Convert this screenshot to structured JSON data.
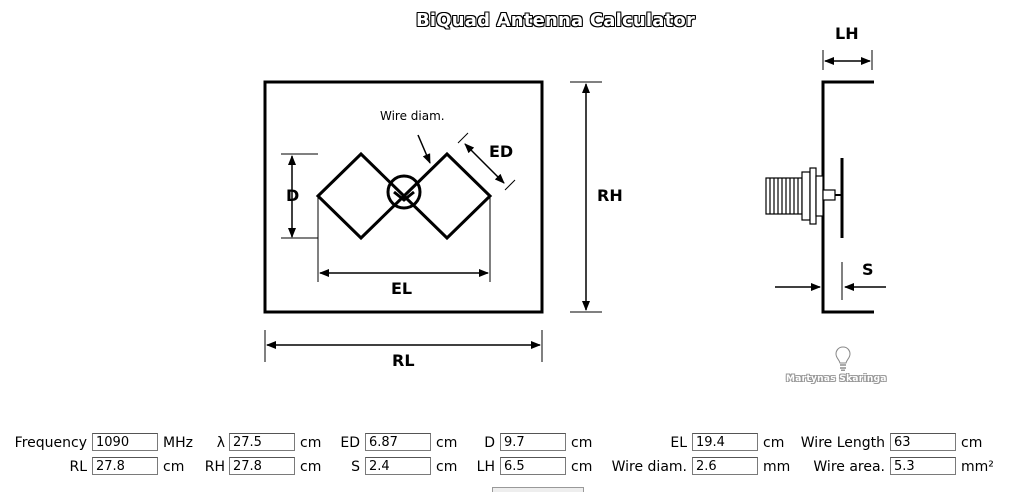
{
  "title": "BiQuad Antenna Calculator",
  "author": "Martynas Skaringa",
  "diagram": {
    "front_labels": {
      "wire_diam": "Wire diam.",
      "ed": "ED",
      "d": "D",
      "el": "EL",
      "rh": "RH",
      "rl": "RL"
    },
    "side_labels": {
      "lh": "LH",
      "s": "S"
    }
  },
  "form": {
    "row1": [
      {
        "label": "Frequency",
        "value": "1090",
        "unit": "MHz"
      },
      {
        "label": "λ",
        "value": "27.5",
        "unit": "cm"
      },
      {
        "label": "ED",
        "value": "6.87",
        "unit": "cm"
      },
      {
        "label": "D",
        "value": "9.7",
        "unit": "cm"
      },
      {
        "label": "EL",
        "value": "19.4",
        "unit": "cm"
      },
      {
        "label": "Wire Length",
        "value": "63",
        "unit": "cm"
      }
    ],
    "row2": [
      {
        "label": "RL",
        "value": "27.8",
        "unit": "cm"
      },
      {
        "label": "RH",
        "value": "27.8",
        "unit": "cm"
      },
      {
        "label": "S",
        "value": "2.4",
        "unit": "cm"
      },
      {
        "label": "LH",
        "value": "6.5",
        "unit": "cm"
      },
      {
        "label": "Wire diam.",
        "value": "2.6",
        "unit": "mm"
      },
      {
        "label": "Wire area.",
        "value": "5.3",
        "unit": "mm²"
      }
    ]
  }
}
